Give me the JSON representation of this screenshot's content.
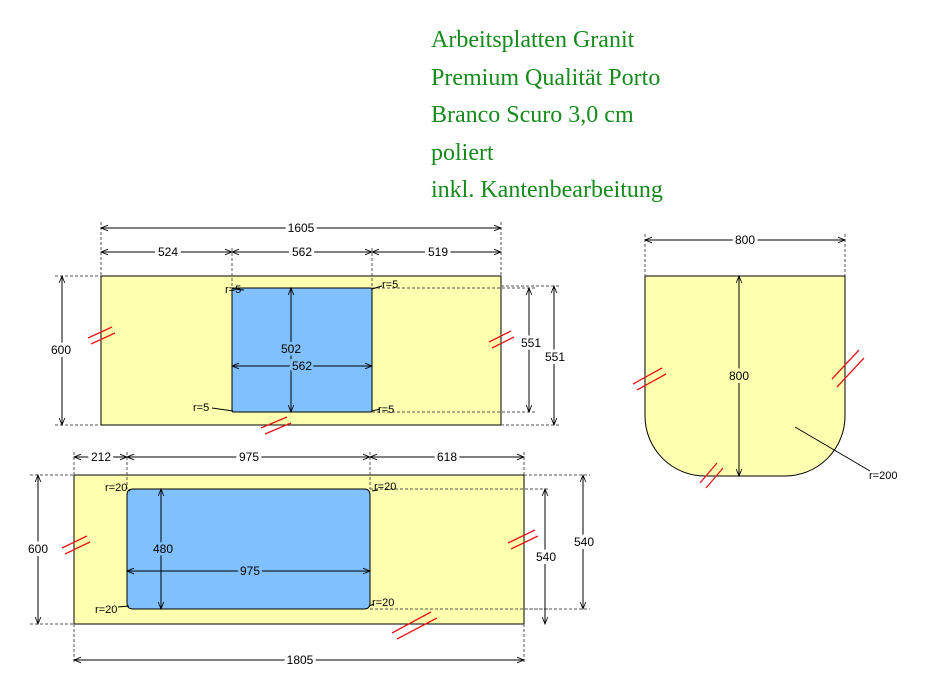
{
  "title": {
    "line1": "Arbeitsplatten Granit",
    "line2": "Premium Qualität Porto",
    "line3": "Branco Scuro 3,0 cm",
    "line4": "poliert",
    "line5": "inkl. Kantenbearbeitung"
  },
  "colors": {
    "title": "#168a1c",
    "countertop": "#ffffb0",
    "cutout": "#80c0ff",
    "edge_mark": "#e8141a"
  },
  "top_slab": {
    "total_width": "1605",
    "left_offset": "524",
    "cutout_width_top": "562",
    "right_offset": "519",
    "depth": "600",
    "cutout_depth": "502",
    "cutout_width": "562",
    "right_depth_inner": "551",
    "right_depth_outer": "551",
    "r_top_left": "r=5",
    "r_top_right": "r=5",
    "r_bottom_left": "r=5",
    "r_bottom_right": "r=5"
  },
  "bottom_slab": {
    "left_offset": "212",
    "cutout_width_top": "975",
    "right_offset": "618",
    "total_width": "1805",
    "depth": "600",
    "cutout_depth": "480",
    "cutout_width": "975",
    "right_depth_inner": "540",
    "right_depth_outer": "540",
    "r_top_left": "r=20",
    "r_top_right": "r=20",
    "r_bottom_left": "r=20",
    "r_bottom_right": "r=20"
  },
  "side_slab": {
    "width": "800",
    "depth": "800",
    "radius": "r=200"
  }
}
